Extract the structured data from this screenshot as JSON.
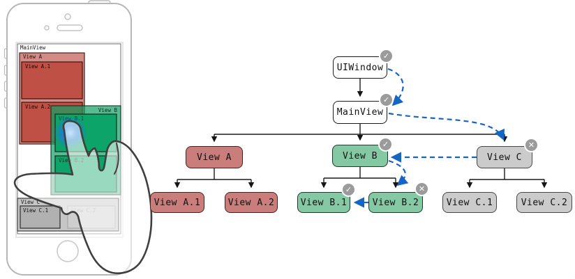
{
  "phone": {
    "mainview_label": "MainView",
    "views": [
      {
        "id": "view-a",
        "label": "View A"
      },
      {
        "id": "view-a1",
        "label": "View A.1"
      },
      {
        "id": "view-a2",
        "label": "View A.2"
      },
      {
        "id": "view-b",
        "label": "View B"
      },
      {
        "id": "view-b1",
        "label": "View B.1"
      },
      {
        "id": "view-b2",
        "label": "View B.2"
      },
      {
        "id": "view-c",
        "label": "View C"
      },
      {
        "id": "view-c1",
        "label": "View C.1"
      },
      {
        "id": "view-c2",
        "label": "View C.2"
      }
    ]
  },
  "tree": {
    "nodes": [
      {
        "id": "uiwindow",
        "label": "UIWindow",
        "badge": "check"
      },
      {
        "id": "mainview",
        "label": "MainView",
        "badge": "check"
      },
      {
        "id": "view-a",
        "label": "View A",
        "badge": null
      },
      {
        "id": "view-b",
        "label": "View B",
        "badge": "check"
      },
      {
        "id": "view-c",
        "label": "View C",
        "badge": "cross"
      },
      {
        "id": "view-a1",
        "label": "View A.1",
        "badge": null
      },
      {
        "id": "view-a2",
        "label": "View A.2",
        "badge": null
      },
      {
        "id": "view-b1",
        "label": "View B.1",
        "badge": "check"
      },
      {
        "id": "view-b2",
        "label": "View B.2",
        "badge": "cross"
      },
      {
        "id": "view-c1",
        "label": "View C.1",
        "badge": null
      },
      {
        "id": "view-c2",
        "label": "View C.2",
        "badge": null
      }
    ],
    "badge_glyphs": {
      "check": "✓",
      "cross": "✕"
    },
    "hit_test_path": [
      {
        "from": "UIWindow",
        "to": "MainView"
      },
      {
        "from": "MainView",
        "to": "View C"
      },
      {
        "from": "View C",
        "to": "View B"
      },
      {
        "from": "View B",
        "to": "View B.2"
      },
      {
        "from": "View B.2",
        "to": "View B.1"
      }
    ]
  },
  "colors": {
    "accent_blue": "#1565c5",
    "node_red": "#c97e7c",
    "node_green": "#84c9a3",
    "node_gray": "#cbcbcb",
    "badge_gray": "#9b9b9b",
    "phone_red_light": "#d28b85",
    "phone_red_dark": "#bf5046",
    "phone_green": "#0ca468",
    "phone_gray": "#c6c6c6"
  }
}
